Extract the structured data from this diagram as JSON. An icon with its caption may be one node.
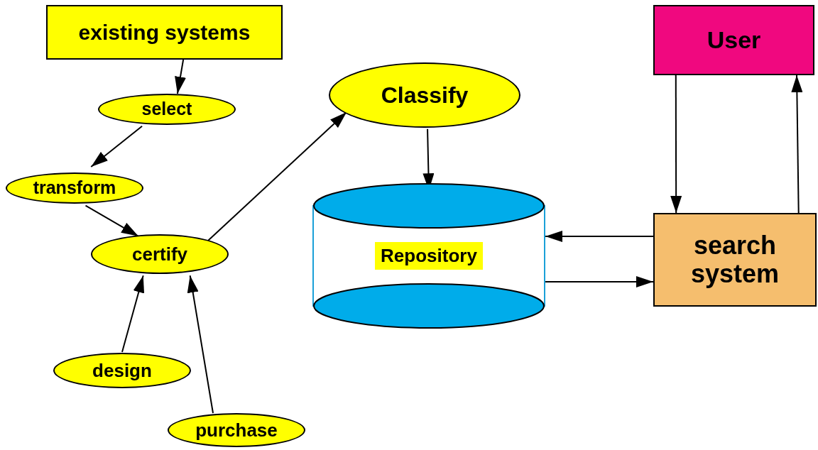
{
  "diagram": {
    "nodes": [
      {
        "text": [
          "existing systems"
        ]
      },
      {
        "text": [
          "select"
        ]
      },
      {
        "text": [
          "transform"
        ]
      },
      {
        "text": [
          "certify"
        ]
      },
      {
        "text": [
          "design"
        ]
      },
      {
        "text": [
          "purchase"
        ]
      },
      {
        "text": [
          "Classify"
        ]
      },
      {
        "text": [
          "Repository"
        ]
      },
      {
        "text": [
          "User"
        ]
      },
      {
        "text": [
          "search system"
        ]
      }
    ],
    "edges": [
      {
        "from": 0,
        "to": 1,
        "arrow": "to"
      },
      {
        "from": 1,
        "to": 2,
        "arrow": "to"
      },
      {
        "from": 2,
        "to": 3,
        "arrow": "to"
      },
      {
        "from": 4,
        "to": 3,
        "arrow": "to"
      },
      {
        "from": 5,
        "to": 3,
        "arrow": "to"
      },
      {
        "from": 3,
        "to": 6,
        "arrow": "to"
      },
      {
        "from": 6,
        "to": 7,
        "arrow": "to"
      },
      {
        "from": 8,
        "to": 9,
        "arrow": "to"
      },
      {
        "from": 9,
        "to": 8,
        "arrow": "to"
      },
      {
        "from": 9,
        "to": 7,
        "arrow": "to"
      },
      {
        "from": 7,
        "to": 9,
        "arrow": "to"
      }
    ]
  }
}
